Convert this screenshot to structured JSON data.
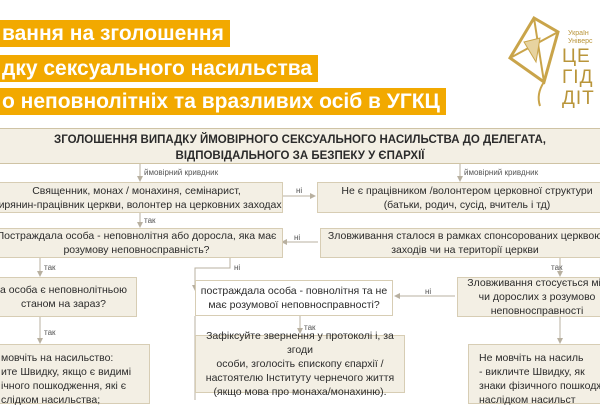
{
  "title_lines": [
    "вання на зголошення",
    "дку сексуального насильства",
    "о неповнолітніх та вразливих осіб в УГКЦ"
  ],
  "logo": {
    "sub_lines": [
      "Україн",
      "Універс"
    ],
    "big_lines": [
      "ЦЕ",
      "ГІД",
      "ДІТ"
    ]
  },
  "header": {
    "line1": "ЗГОЛОШЕННЯ ВИПАДКУ ЙМОВІРНОГО СЕКСУАЛЬНОГО НАСИЛЬСТВА ДО ДЕЛЕГАТА,",
    "line2": "ВІДПОВІДАЛЬНОГО ЗА БЕЗПЕКУ У ЄПАРХІЇ"
  },
  "labels": {
    "offender_left": "ймовірний кривдник",
    "offender_right": "ймовірний кривдник",
    "no1": "ні",
    "yes1": "так",
    "no2": "ні",
    "yes2": "так",
    "yes3": "так",
    "no3": "ні",
    "no4": "ні",
    "yes4": "так",
    "yes5": "так"
  },
  "boxes": {
    "clergy": [
      "Священник, монах / монахиня, семінарист,",
      "мирянин-працівник церкви, волонтер на церковних заходах"
    ],
    "not_worker": [
      "Не є працівником /волонтером церковної структури",
      "(батьки, родич, сусід, вчитель і тд)"
    ],
    "victim_minor": [
      "Постраждала особа - неповнолітня або доросла, яка має",
      "розумову неповносправність?"
    ],
    "church_events": [
      "Зловживання сталося в рамках спонсорованих церквою",
      "заходів чи на території церкви"
    ],
    "left_mid": [
      "а особа є неповнолітньою",
      "станом на зараз?"
    ],
    "adult_victim": [
      "постраждала особа - повнолітня та не",
      "має розумової неповносправності?"
    ],
    "concerns_minors": [
      "Зловживання стосується мін",
      "чи дорослих з розумово",
      "неповносправності"
    ],
    "record": [
      "Зафіксуйте звернення у протоколі і, за згоди",
      "особи, зголосіть єпископу єпархії /",
      "настоятелю Інституту чернечого життя",
      "(якщо мова про монаха/монахиню)."
    ],
    "left_bottom": [
      "мовчіть на насильство:",
      "ите Швидку, якщо є видимі",
      "ічного пошкодження, які є",
      "слідком насильства;"
    ],
    "right_bottom": [
      "Не мовчіть на насиль",
      "- викличте Швидку, як",
      "знаки фізичного пошкодж",
      "наслідком насильст"
    ]
  }
}
